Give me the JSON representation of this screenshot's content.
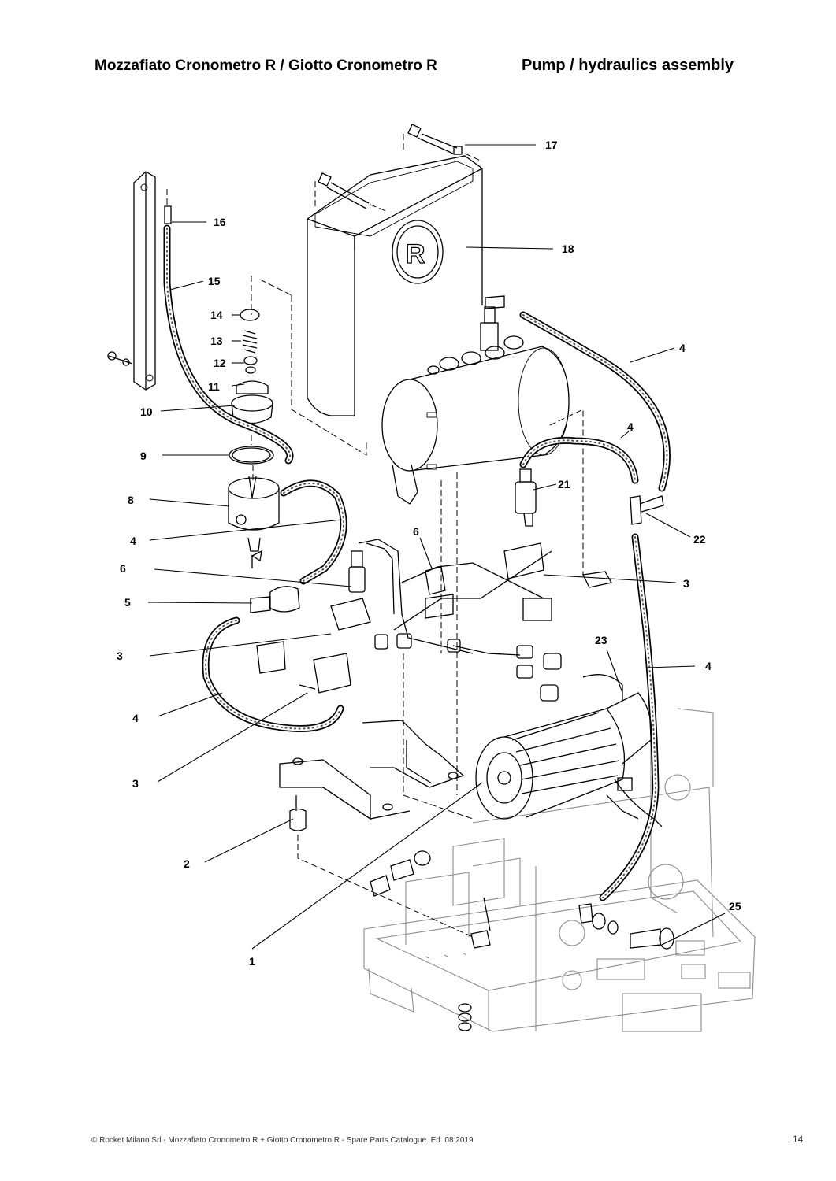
{
  "header": {
    "model": "Mozzafiato Cronometro R / Giotto Cronometro R",
    "section": "Pump / hydraulics assembly"
  },
  "callouts": [
    {
      "label": "17"
    },
    {
      "label": "16"
    },
    {
      "label": "18"
    },
    {
      "label": "15"
    },
    {
      "label": "14"
    },
    {
      "label": "13"
    },
    {
      "label": "4"
    },
    {
      "label": "12"
    },
    {
      "label": "11"
    },
    {
      "label": "10"
    },
    {
      "label": "4"
    },
    {
      "label": "9"
    },
    {
      "label": "21"
    },
    {
      "label": "8"
    },
    {
      "label": "22"
    },
    {
      "label": "6"
    },
    {
      "label": "4"
    },
    {
      "label": "6"
    },
    {
      "label": "3"
    },
    {
      "label": "5"
    },
    {
      "label": "23"
    },
    {
      "label": "3"
    },
    {
      "label": "4"
    },
    {
      "label": "4"
    },
    {
      "label": "3"
    },
    {
      "label": "2"
    },
    {
      "label": "25"
    },
    {
      "label": "1"
    }
  ],
  "footer": {
    "copyright": "© Rocket Milano Srl - Mozzafiato Cronometro R + Giotto Cronometro R - Spare Parts Catalogue. Ed. 08.2019",
    "page_number": "14"
  }
}
